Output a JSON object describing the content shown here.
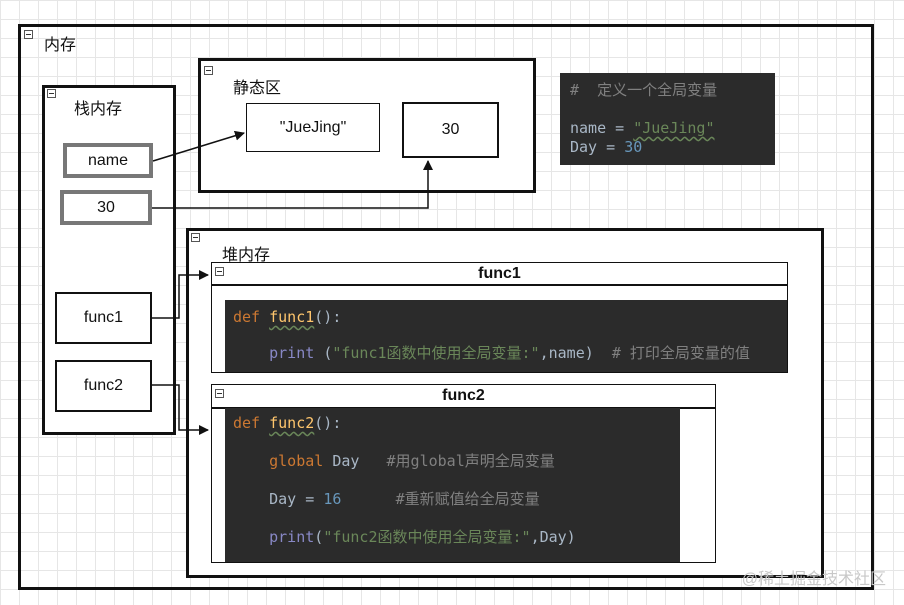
{
  "memory": {
    "title": "内存"
  },
  "stack": {
    "title": "栈内存",
    "items": [
      "name",
      "30",
      "func1",
      "func2"
    ]
  },
  "static": {
    "title": "静态区",
    "values": [
      "\"JueJing\"",
      "30"
    ]
  },
  "heap": {
    "title": "堆内存",
    "func1_title": "func1",
    "func2_title": "func2"
  },
  "global_code": {
    "comment": "#  定义一个全局变量",
    "line1_var": "name",
    "line1_eq": " = ",
    "line1_val": "\"JueJing\"",
    "line2_var": "Day",
    "line2_eq": " = ",
    "line2_val": "30"
  },
  "func1_code": {
    "def": "def",
    "name": "func1",
    "parens": "():",
    "print": "print",
    "args_open": "(",
    "arg_str": "\"func1函数中使用全局变量:\"",
    "arg_rest": ",name)",
    "comment": "# 打印全局变量的值"
  },
  "func2_code": {
    "def": "def",
    "name": "func2",
    "parens": "():",
    "global_kw": "global",
    "global_var": " Day",
    "comment1": "#用global声明全局变量",
    "assign_var": "Day",
    "assign_eq": " = ",
    "assign_val": "16",
    "comment2": "#重新赋值给全局变量",
    "print": "print",
    "args_open": "(",
    "arg_str": "\"func2函数中使用全局变量:\"",
    "arg_rest": ",Day)"
  },
  "watermark": "@稀土掘金技术社区"
}
